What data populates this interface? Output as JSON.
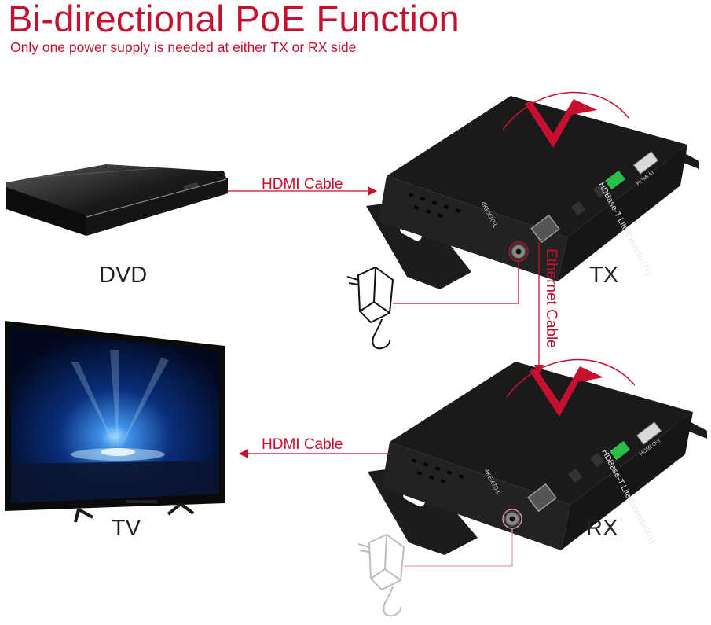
{
  "title": "Bi-directional PoE Function",
  "subtitle": "Only one power supply is needed at either TX or RX side",
  "labels": {
    "dvd": "DVD",
    "tv": "TV",
    "tx": "TX",
    "rx": "RX"
  },
  "cables": {
    "hdmi_top": "HDMI Cable",
    "hdmi_bottom": "HDMI Cable",
    "ethernet": "Ethernet Cable"
  },
  "devices": {
    "tx_name": "HDBase-T Lite Extender(Tx)",
    "rx_name": "HDBase-T Lite Extender(Rx)",
    "model": "4KEX70-L",
    "port_hdmi_in": "HDMI In",
    "port_hdmi_out": "HDMI Out"
  },
  "colors": {
    "accent": "#c8102e",
    "device": "#1c1c1c",
    "power_supply_inactive": "#bdbdbd"
  }
}
